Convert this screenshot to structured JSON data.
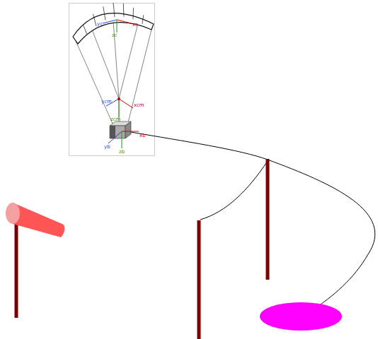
{
  "diagram": {
    "labels": [
      "yc",
      "zc",
      "xc",
      "ycm",
      "xcm",
      "zcm",
      "xb",
      "yb",
      "zb"
    ]
  }
}
